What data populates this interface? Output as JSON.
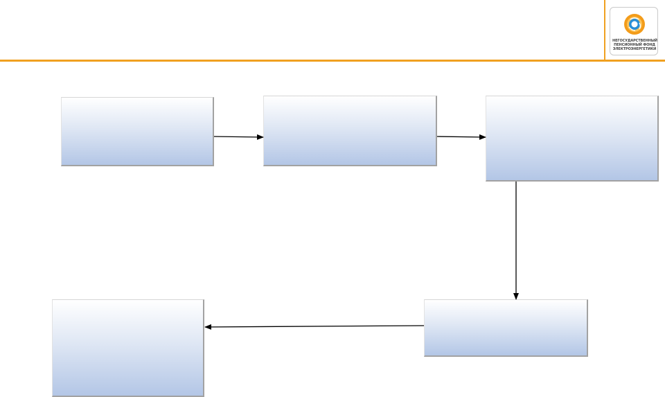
{
  "logo": {
    "lines": [
      "НЕГОСУДАРСТВЕННЫЙ",
      "ПЕНСИОННЫЙ ФОНД",
      "ЭЛЕКТРОЭНЕРГЕТИКИ"
    ],
    "colors": {
      "ring": "#f39c1a",
      "core": "#2a8fd6",
      "header_rule": "#f0a020"
    }
  },
  "diagram": {
    "boxes": [
      {
        "id": "box-1",
        "text": ""
      },
      {
        "id": "box-2",
        "text": ""
      },
      {
        "id": "box-3",
        "text": ""
      },
      {
        "id": "box-4",
        "text": ""
      },
      {
        "id": "box-5",
        "text": ""
      }
    ],
    "box_fill": {
      "top": "#ffffff",
      "bottom": "#b3c6e6"
    },
    "connectors": [
      {
        "from": "box-1",
        "to": "box-2"
      },
      {
        "from": "box-2",
        "to": "box-3"
      },
      {
        "from": "box-3",
        "to": "box-4"
      },
      {
        "from": "box-4",
        "to": "box-5"
      }
    ]
  }
}
